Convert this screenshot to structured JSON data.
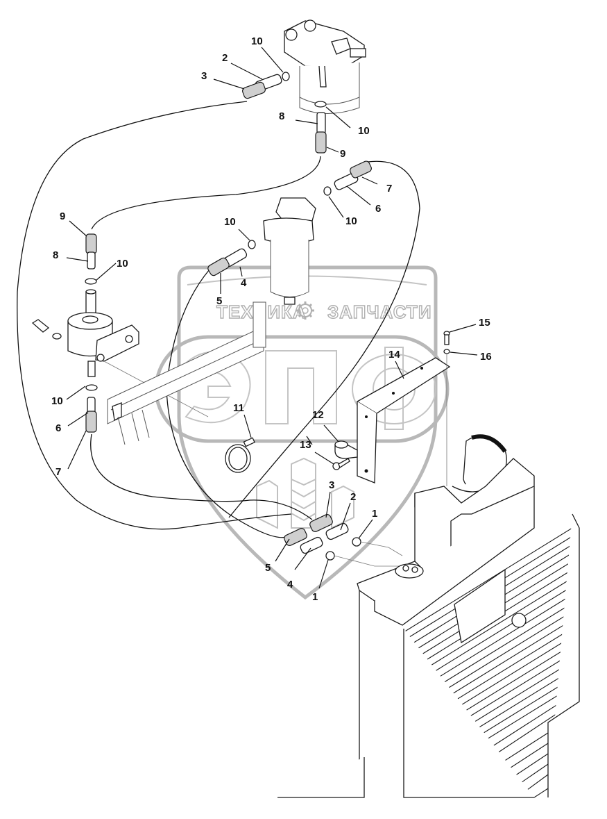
{
  "diagram": {
    "type": "exploded-parts-view",
    "subject": "fuel system: fuel filters, hoses, clamps, bracket and fuel tank",
    "watermark": {
      "top_text_left": "ТЕХНИКА",
      "top_text_right": "ЗАПЧАСТИ",
      "logo_letters": "ЭПФ",
      "color": "#b8b8b8"
    },
    "callouts": [
      {
        "id": "c-10a",
        "label": "10",
        "part": "hose clamp (upper filter inlet)"
      },
      {
        "id": "c-2a",
        "label": "2",
        "part": "hose tube (upper filter)"
      },
      {
        "id": "c-3a",
        "label": "3",
        "part": "hose sleeve (upper filter)"
      },
      {
        "id": "c-8a",
        "label": "8",
        "part": "hose tube (upper filter outlet)"
      },
      {
        "id": "c-10b",
        "label": "10",
        "part": "hose clamp (upper filter outlet)"
      },
      {
        "id": "c-9a",
        "label": "9",
        "part": "hose sleeve (upper filter outlet)"
      },
      {
        "id": "c-7a",
        "label": "7",
        "part": "hose sleeve (secondary filter)"
      },
      {
        "id": "c-6a",
        "label": "6",
        "part": "hose tube (secondary filter)"
      },
      {
        "id": "c-10c",
        "label": "10",
        "part": "hose clamp (secondary filter right)"
      },
      {
        "id": "c-10d",
        "label": "10",
        "part": "hose clamp (secondary filter left)"
      },
      {
        "id": "c-4a",
        "label": "4",
        "part": "hose tube (secondary filter left)"
      },
      {
        "id": "c-5a",
        "label": "5",
        "part": "hose sleeve (secondary filter left)"
      },
      {
        "id": "c-9b",
        "label": "9",
        "part": "hose sleeve (pump inlet)"
      },
      {
        "id": "c-8b",
        "label": "8",
        "part": "hose tube (pump inlet)"
      },
      {
        "id": "c-10e",
        "label": "10",
        "part": "hose clamp (pump inlet)"
      },
      {
        "id": "c-10f",
        "label": "10",
        "part": "hose clamp (pump outlet)"
      },
      {
        "id": "c-6b",
        "label": "6",
        "part": "hose tube (pump outlet)"
      },
      {
        "id": "c-7b",
        "label": "7",
        "part": "hose sleeve (pump outlet)"
      },
      {
        "id": "c-15",
        "label": "15",
        "part": "bolt"
      },
      {
        "id": "c-16",
        "label": "16",
        "part": "washer"
      },
      {
        "id": "c-14",
        "label": "14",
        "part": "mounting bracket"
      },
      {
        "id": "c-11",
        "label": "11",
        "part": "band clamp"
      },
      {
        "id": "c-12",
        "label": "12",
        "part": "P-clip"
      },
      {
        "id": "c-13",
        "label": "13",
        "part": "bolt"
      },
      {
        "id": "c-3b",
        "label": "3",
        "part": "hose sleeve (tank)"
      },
      {
        "id": "c-2b",
        "label": "2",
        "part": "hose tube (tank)"
      },
      {
        "id": "c-1a",
        "label": "1",
        "part": "hose clamp (tank upper)"
      },
      {
        "id": "c-5b",
        "label": "5",
        "part": "hose sleeve (tank)"
      },
      {
        "id": "c-4b",
        "label": "4",
        "part": "hose tube (tank)"
      },
      {
        "id": "c-1b",
        "label": "1",
        "part": "hose clamp (tank lower)"
      }
    ]
  }
}
